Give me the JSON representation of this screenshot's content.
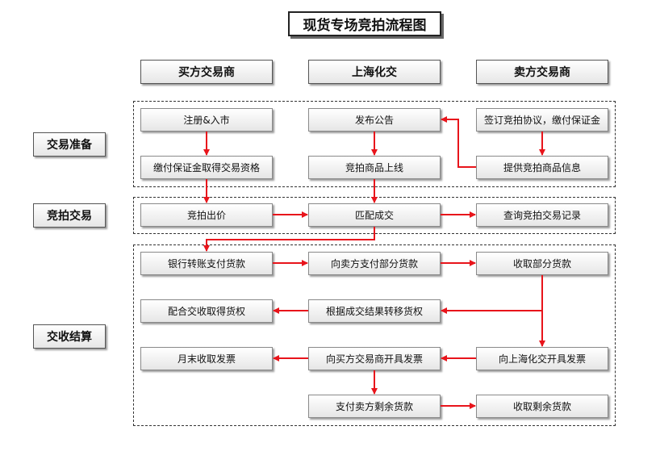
{
  "title": "现货专场竞拍流程图",
  "columns": {
    "buyer": "买方交易商",
    "exchange": "上海化交",
    "seller": "卖方交易商"
  },
  "stages": {
    "prep": "交易准备",
    "auction": "竞拍交易",
    "settle": "交收结算"
  },
  "steps": {
    "register": "注册&入市",
    "pay_deposit_qualify": "缴付保证金取得交易资格",
    "announce": "发布公告",
    "list_goods": "竞拍商品上线",
    "sign_agreement": "签订竞拍协议，缴付保证金",
    "provide_info": "提供竞拍商品信息",
    "bid": "竞拍出价",
    "match": "匹配成交",
    "query_record": "查询竞拍交易记录",
    "bank_transfer": "银行转账支付货款",
    "pay_seller_part": "向卖方支付部分货款",
    "receive_part": "收取部分货款",
    "cooperate_receive": "配合交收取得货权",
    "transfer_rights": "根据成交结果转移货权",
    "month_end_invoice": "月末收取发票",
    "invoice_buyer": "向买方交易商开具发票",
    "invoice_exchange": "向上海化交开具发票",
    "pay_remaining": "支付卖方剩余货款",
    "receive_remaining": "收取剩余货款"
  },
  "colors": {
    "arrow": "#e8141b",
    "box_border": "#8a8a8a",
    "dash": "#333333"
  }
}
